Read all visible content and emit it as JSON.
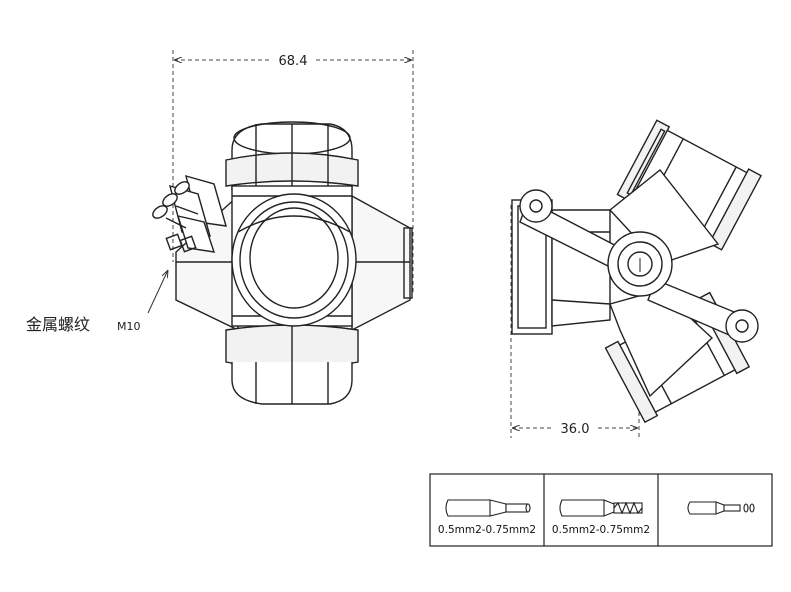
{
  "dimensions": {
    "width": "68.4",
    "depth": "36.0"
  },
  "callout": {
    "text": "金属螺纹",
    "thread": "M10"
  },
  "wire_table": {
    "cells": [
      {
        "range": "0.5mm2-0.75mm2",
        "icon": "stripped-wire-icon"
      },
      {
        "range": "0.5mm2-0.75mm2",
        "icon": "twisted-strand-wire-icon"
      },
      {
        "range": "",
        "icon": "wire-end-ferrule-icon"
      }
    ]
  },
  "colors": {
    "line": "#222222",
    "dim_line": "#444444",
    "shade": "#f2f2f2"
  }
}
